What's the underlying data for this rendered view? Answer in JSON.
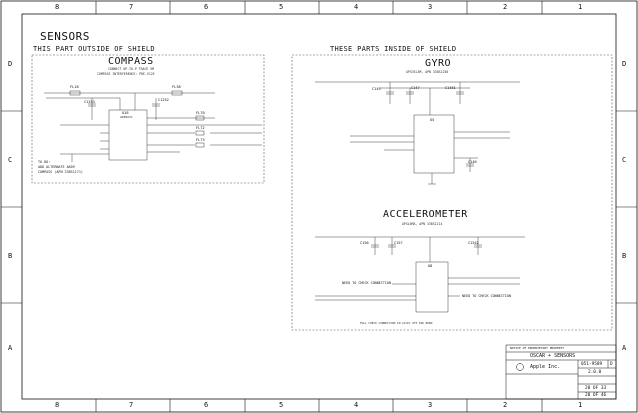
{
  "sheet": {
    "border_numbers": [
      "8",
      "7",
      "6",
      "5",
      "4",
      "3",
      "2",
      "1"
    ],
    "border_letters": [
      "D",
      "C",
      "B",
      "A"
    ],
    "colors": {
      "ink": "#111111",
      "accent": "#c62828",
      "dash": "#555555",
      "paper": "#ffffff"
    }
  },
  "header": {
    "title": "SENSORS",
    "outside_label": "THIS PART OUTSIDE OF SHIELD",
    "inside_label": "THESE PARTS INSIDE OF SHIELD"
  },
  "compass": {
    "title": "COMPASS",
    "line1": "CONNECT UP-TO-P TRACE 5M",
    "line2": "COMPASS INTERFERENCE: PRE-V125",
    "refs": [
      "FL18",
      "FL38",
      "C1253",
      "C1252",
      "U16",
      "FL70",
      "FL72",
      "FL73"
    ],
    "ic_name": "AK8963C",
    "note_lines": [
      "TO DO:",
      "ADD ALTERNATE AK09",
      "COMPASS (APN 338S1171)"
    ]
  },
  "gyro": {
    "title": "GYRO",
    "subtitle": "APX3SL3M, APN 338S1258",
    "refs": [
      "C145",
      "C147",
      "C1451",
      "U5",
      "C146"
    ]
  },
  "accelerometer": {
    "title": "ACCELEROMETER",
    "subtitle": "APXL6MA, APN 338S1214",
    "refs": [
      "C156",
      "C157",
      "C1542",
      "U8"
    ],
    "note_left": "NEED TO CHECK CONNECTION",
    "note_right": "NEED TO CHECK CONNECTION",
    "bottom_note": "FULL CHECK CONNECTION IN ACCEL OTP PAD BOND"
  },
  "title_block": {
    "project": "OSCAR + SENSORS",
    "company": "Apple Inc.",
    "doc_number": "051-9589",
    "revision": "2.0.0",
    "rev_letter": "D",
    "sheet_a": "20 OF 33",
    "sheet_b": "20 OF 46",
    "notice_heading": "NOTICE OF PROPRIETARY PROPERTY"
  }
}
